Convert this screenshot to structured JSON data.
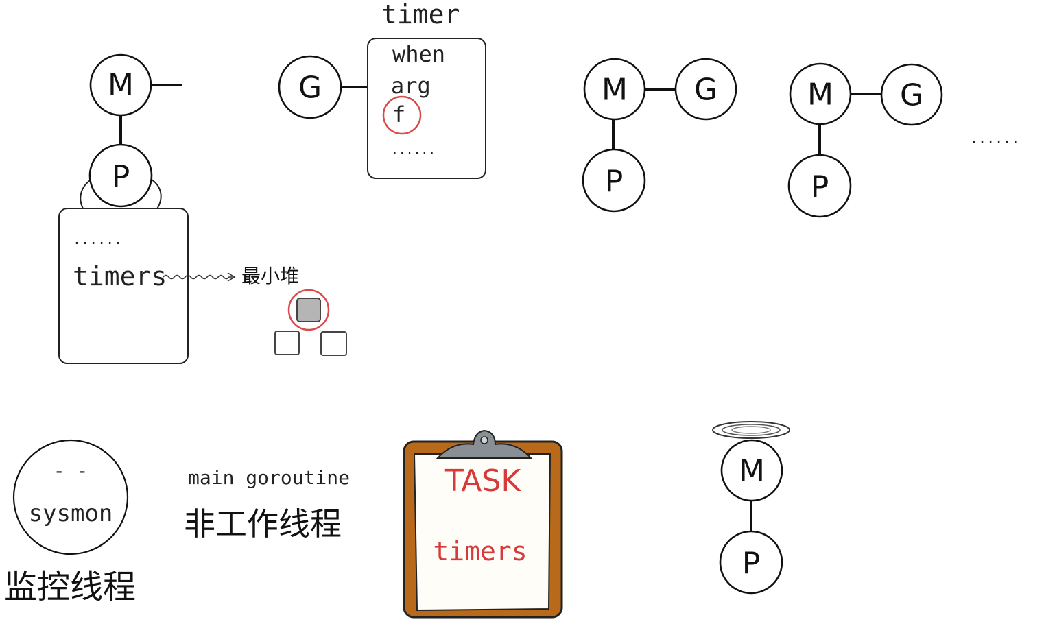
{
  "nodes": {
    "m": "M",
    "p": "P",
    "g": "G"
  },
  "timer_struct": {
    "title": "timer",
    "fields": [
      "when",
      "arg",
      "f",
      "......"
    ]
  },
  "p_struct": {
    "ellipsis": "......",
    "field": "timers"
  },
  "min_heap_label": "最小堆",
  "trailing_ellipsis": "......",
  "sysmon": {
    "name": "sysmon",
    "face": "- -",
    "caption": "监控线程"
  },
  "main_goroutine": {
    "label": "main goroutine",
    "caption": "非工作线程"
  },
  "clipboard": {
    "title": "TASK",
    "item": "timers",
    "colors": {
      "board": "#b86a1a",
      "text": "#d63a3a"
    }
  },
  "colors": {
    "highlight": "#d94a4a",
    "heap_fill": "#b5b5b5"
  }
}
